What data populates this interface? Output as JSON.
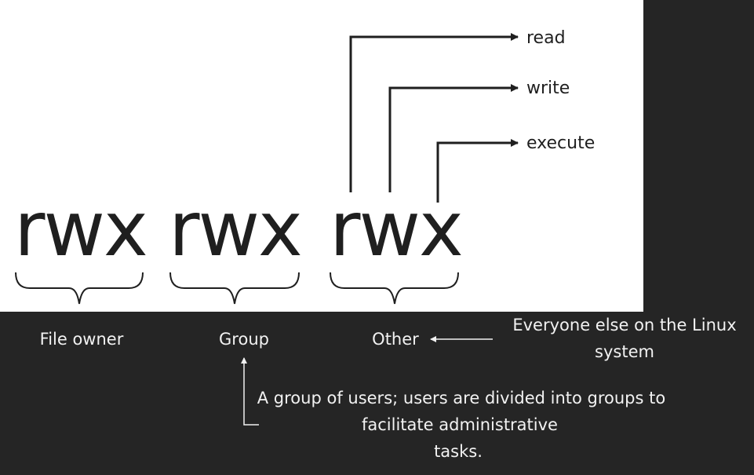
{
  "triplets": [
    {
      "text": "rwx",
      "label": "File owner"
    },
    {
      "text": "rwx",
      "label": "Group"
    },
    {
      "text": "rwx",
      "label": "Other"
    }
  ],
  "permissions": [
    "read",
    "write",
    "execute"
  ],
  "notes": {
    "other": [
      "Everyone else on the Linux",
      "system"
    ],
    "group": [
      "A group of users; users are divided into groups to",
      "facilitate administrative",
      "tasks."
    ]
  },
  "colors": {
    "background": "#252525",
    "panel": "#ffffff",
    "ink": "#1f1f1f",
    "light_text": "#f2f2f2"
  }
}
